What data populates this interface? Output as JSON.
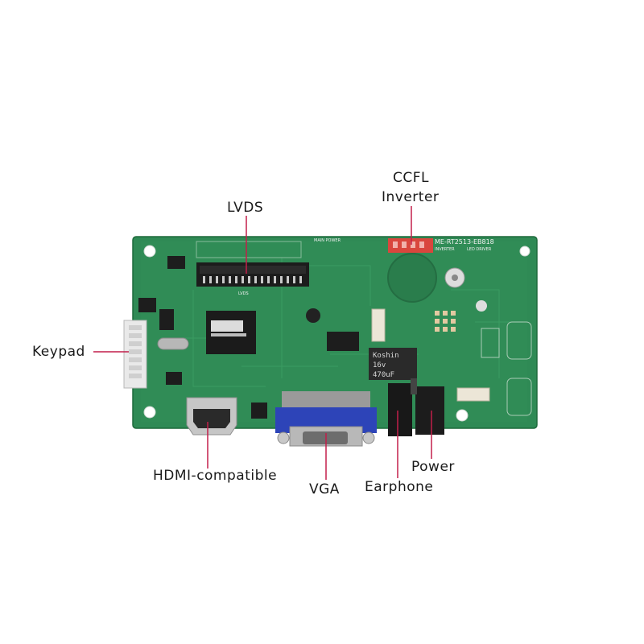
{
  "callouts": {
    "ccfl_inverter": [
      "CCFL",
      "Inverter"
    ],
    "lvds": "LVDS",
    "keypad": "Keypad",
    "hdmi": "HDMI-compatible",
    "vga": "VGA",
    "earphone": "Earphone",
    "power": "Power"
  },
  "board_silkscreen": {
    "model": "ME-RT2513-EB818",
    "main_power": "MAIN POWER",
    "inverter": "INVERTER",
    "led_driver": "LED DRIVER",
    "lvds": "LVDS"
  },
  "capacitor": {
    "brand": "Koshin",
    "voltage": "16v",
    "capacitance": "470uF"
  },
  "colors": {
    "pcb": "#2f8a55",
    "pcb_dark": "#226b40",
    "vga_blue": "#2d44b8",
    "leader_line": "#c21f4a",
    "connector_red": "#d9463d"
  }
}
